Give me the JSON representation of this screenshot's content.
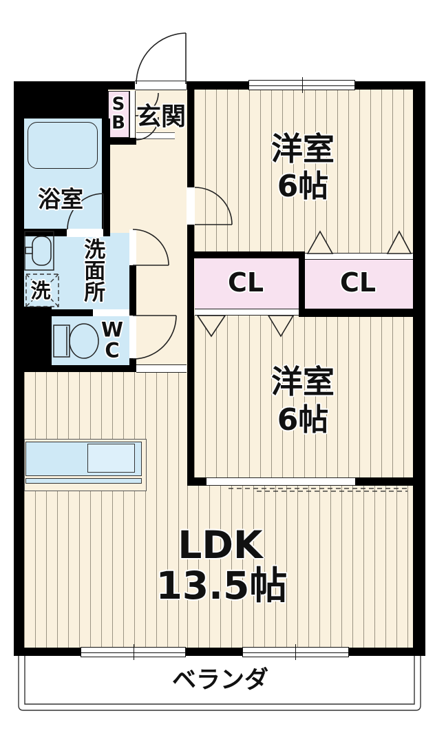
{
  "floorplan": {
    "rooms": {
      "entrance": {
        "label": "玄関"
      },
      "shoe_box": {
        "line1": "S",
        "line2": "B"
      },
      "bathroom": {
        "label": "浴室"
      },
      "washroom": {
        "label": "洗面所"
      },
      "washing_machine": {
        "label": "洗"
      },
      "wc": {
        "line1": "W",
        "line2": "C"
      },
      "closet_left": {
        "label": "CL"
      },
      "closet_right": {
        "label": "CL"
      },
      "bedroom_upper": {
        "name": "洋室",
        "size": "6帖"
      },
      "bedroom_lower": {
        "name": "洋室",
        "size": "6帖"
      },
      "ldk": {
        "name": "LDK",
        "size": "13.5帖"
      },
      "veranda": {
        "label": "ベランダ"
      }
    },
    "colors": {
      "wall": "#000000",
      "floor": "#faf1de",
      "wet_area": "#cfe9f6",
      "closet": "#f8e2f0",
      "stripe": "#8a8272"
    }
  }
}
